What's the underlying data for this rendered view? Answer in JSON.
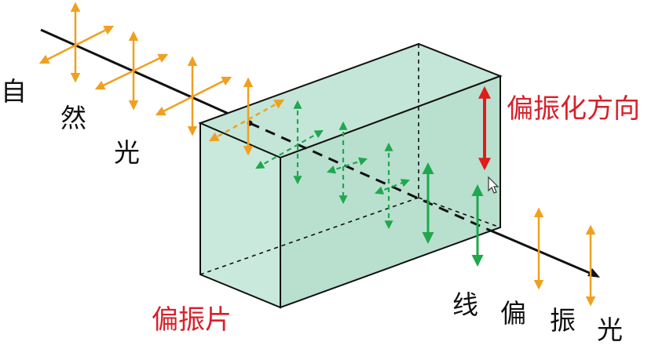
{
  "labels": {
    "natural_light": [
      "自",
      "然",
      "光"
    ],
    "polarized_light": [
      "线",
      "偏",
      "振",
      "光"
    ],
    "polarizer": "偏振片",
    "polarization_direction": "偏振化方向"
  },
  "colors": {
    "natural_arrows": "#f0a020",
    "filter_arrows": "#1fa84e",
    "direction_arrow": "#e21b1b",
    "red_text": "#d8202a",
    "slab_fill": "#bfe2d4",
    "slab_edge": "#111111"
  },
  "icons": [
    "mouse-cursor-icon"
  ]
}
